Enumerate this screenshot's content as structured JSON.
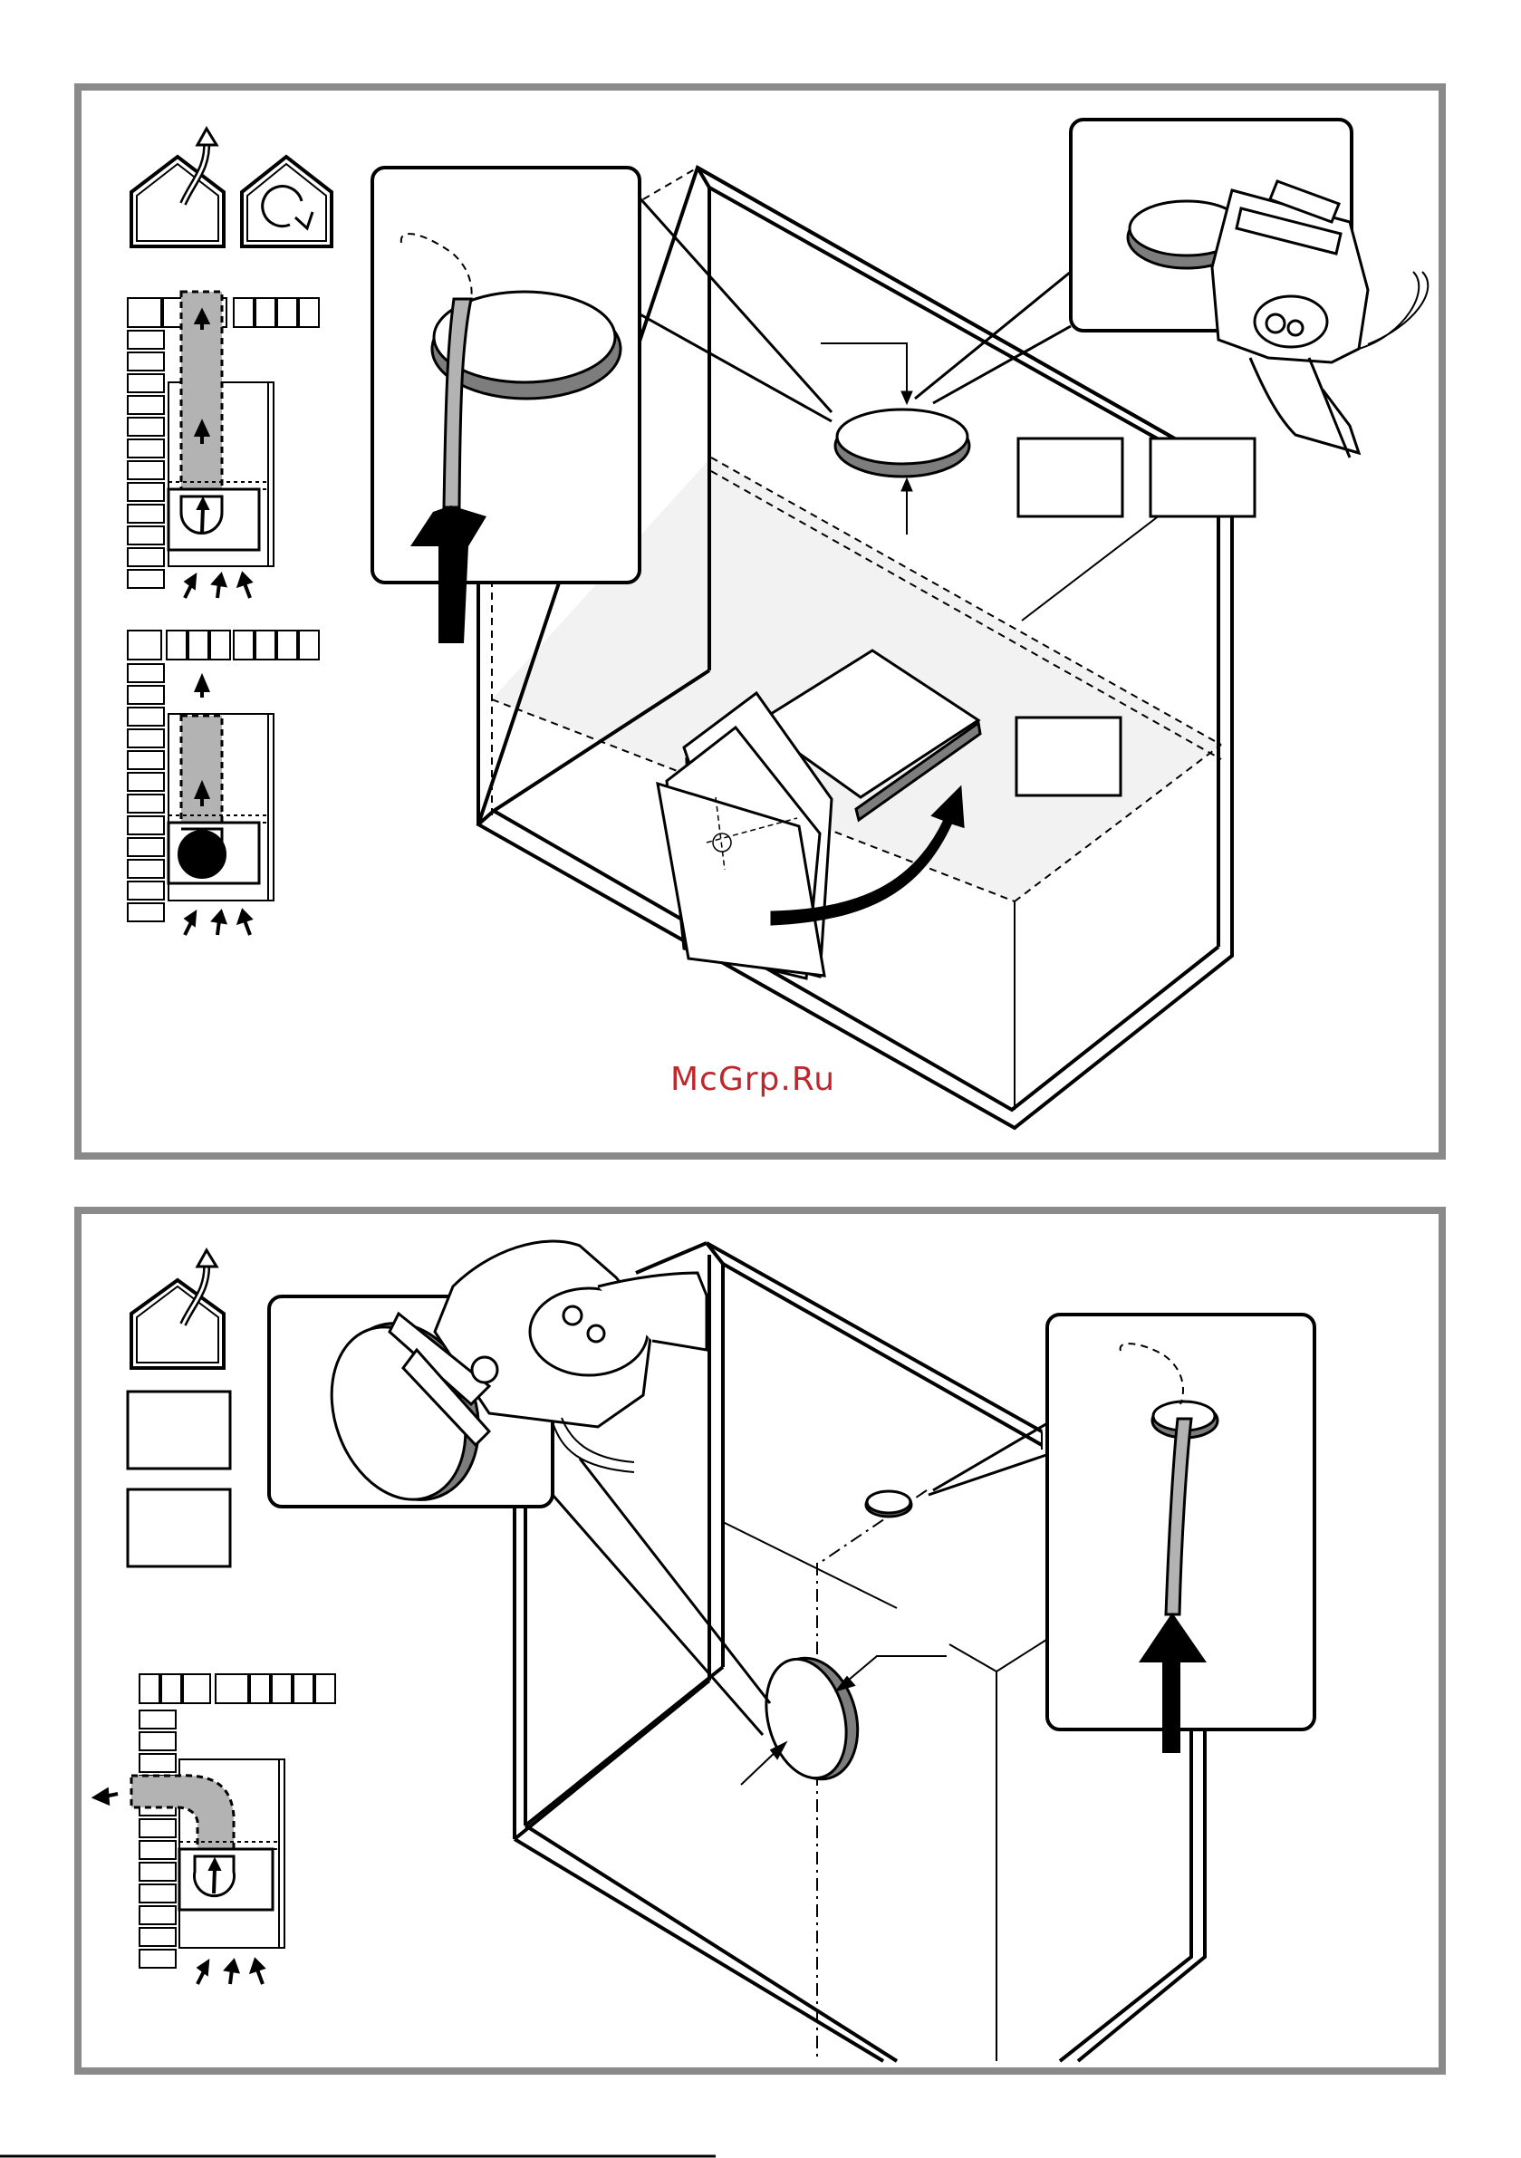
{
  "watermark": "McGrp.Ru",
  "colors": {
    "frame": "#8a8a8a",
    "line": "#000000",
    "duct_fill": "#b3b3b3",
    "shade_fill": "#f2f2f2",
    "hole_rim": "#7d7d7d",
    "watermark": "#c0272d"
  },
  "panels": [
    {
      "icons": [
        "ducted-exhaust-icon",
        "recirculation-icon"
      ],
      "steps": [
        "template-placement",
        "marked-hole",
        "cut-hole-with-jigsaw",
        "duct-through-top"
      ]
    },
    {
      "icons": [
        "ducted-exhaust-icon"
      ],
      "steps": [
        "marked-side-hole",
        "cut-hole-with-jigsaw",
        "duct-through-side"
      ]
    }
  ]
}
